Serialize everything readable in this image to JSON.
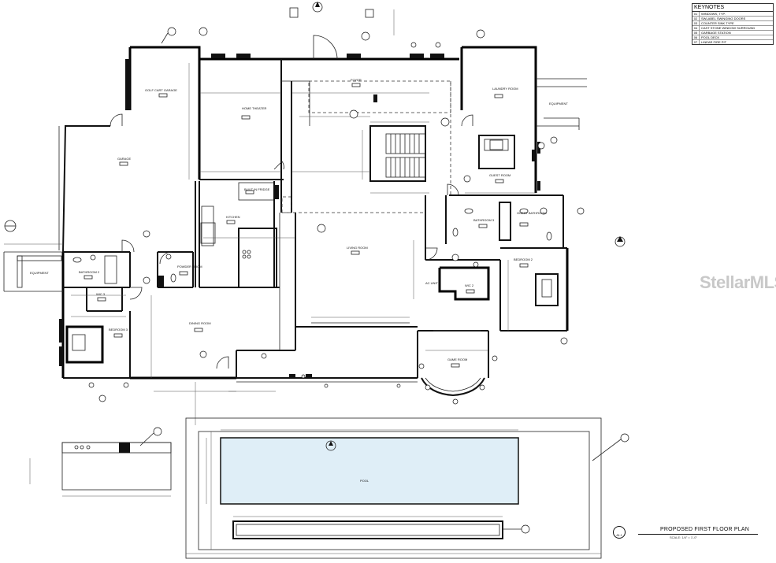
{
  "keynotes": {
    "title": "KEYNOTES",
    "items": [
      {
        "num": "01",
        "text": "WINDOWS, TYP."
      },
      {
        "num": "02",
        "text": "SWLABEL SWINGING DOORS"
      },
      {
        "num": "03",
        "text": "COUNTER SINK TYPE"
      },
      {
        "num": "04",
        "text": "CAST STONE WINDOW SURROUND"
      },
      {
        "num": "05",
        "text": "GARBAGE STATION"
      },
      {
        "num": "06",
        "text": "POOL DECK"
      },
      {
        "num": "07",
        "text": "LINEAR FIRE PIT"
      }
    ]
  },
  "rooms": {
    "golf_cart_garage": "GOLF CART GARAGE",
    "garage": "GARAGE",
    "home_theater": "HOME THEATER",
    "foyer": "FOYER",
    "laundry_room": "LAUNDRY ROOM",
    "equipment_right": "EQUIPMENT",
    "guest_room": "GUEST ROOM",
    "built_in_fridge": "BUILT IN FRIDGE",
    "kitchen": "KITCHEN",
    "bathroom_3": "BATHROOM 3",
    "guest_bathroom": "GUEST BATHROOM",
    "living_room": "LIVING ROOM",
    "bedroom_2": "BEDROOM 2",
    "equipment_left": "EQUIPMENT",
    "bathroom_2": "BATHROOM 2",
    "powder_room": "POWDER ROOM",
    "wic_3": "WIC 3",
    "ac_unit": "AC UNIT",
    "wic_2": "WIC 2",
    "bedroom_3": "BEDROOM 3",
    "dining_room": "DINING ROOM",
    "game_room": "GAME ROOM",
    "pool": "POOL"
  },
  "title_block": {
    "title": "PROPOSED FIRST FLOOR PLAN",
    "scale": "SCALE: 1/4\" = 1'-0\"",
    "sheet": "A1.1"
  },
  "watermark": "StellarMLS"
}
